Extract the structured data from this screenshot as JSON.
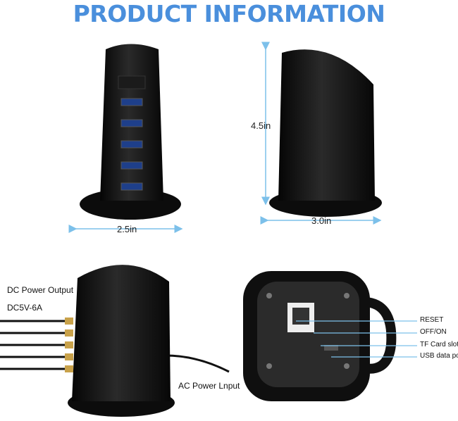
{
  "title": "PRODUCT INFORMATION",
  "colors": {
    "title": "#4a8fdc",
    "dimension_arrow": "#7cc0ea",
    "device": "#111111"
  },
  "dimensions": {
    "front_width": "2.5in",
    "side_height": "4.5in",
    "side_width": "3.0in"
  },
  "ports_view": {
    "output_label": "DC Power Output",
    "output_spec": "DC5V-6A",
    "input_label": "AC Power Lnput"
  },
  "bottom_view": {
    "labels": [
      "RESET",
      "OFF/ON",
      "TF Card slot",
      "USB data port"
    ]
  }
}
